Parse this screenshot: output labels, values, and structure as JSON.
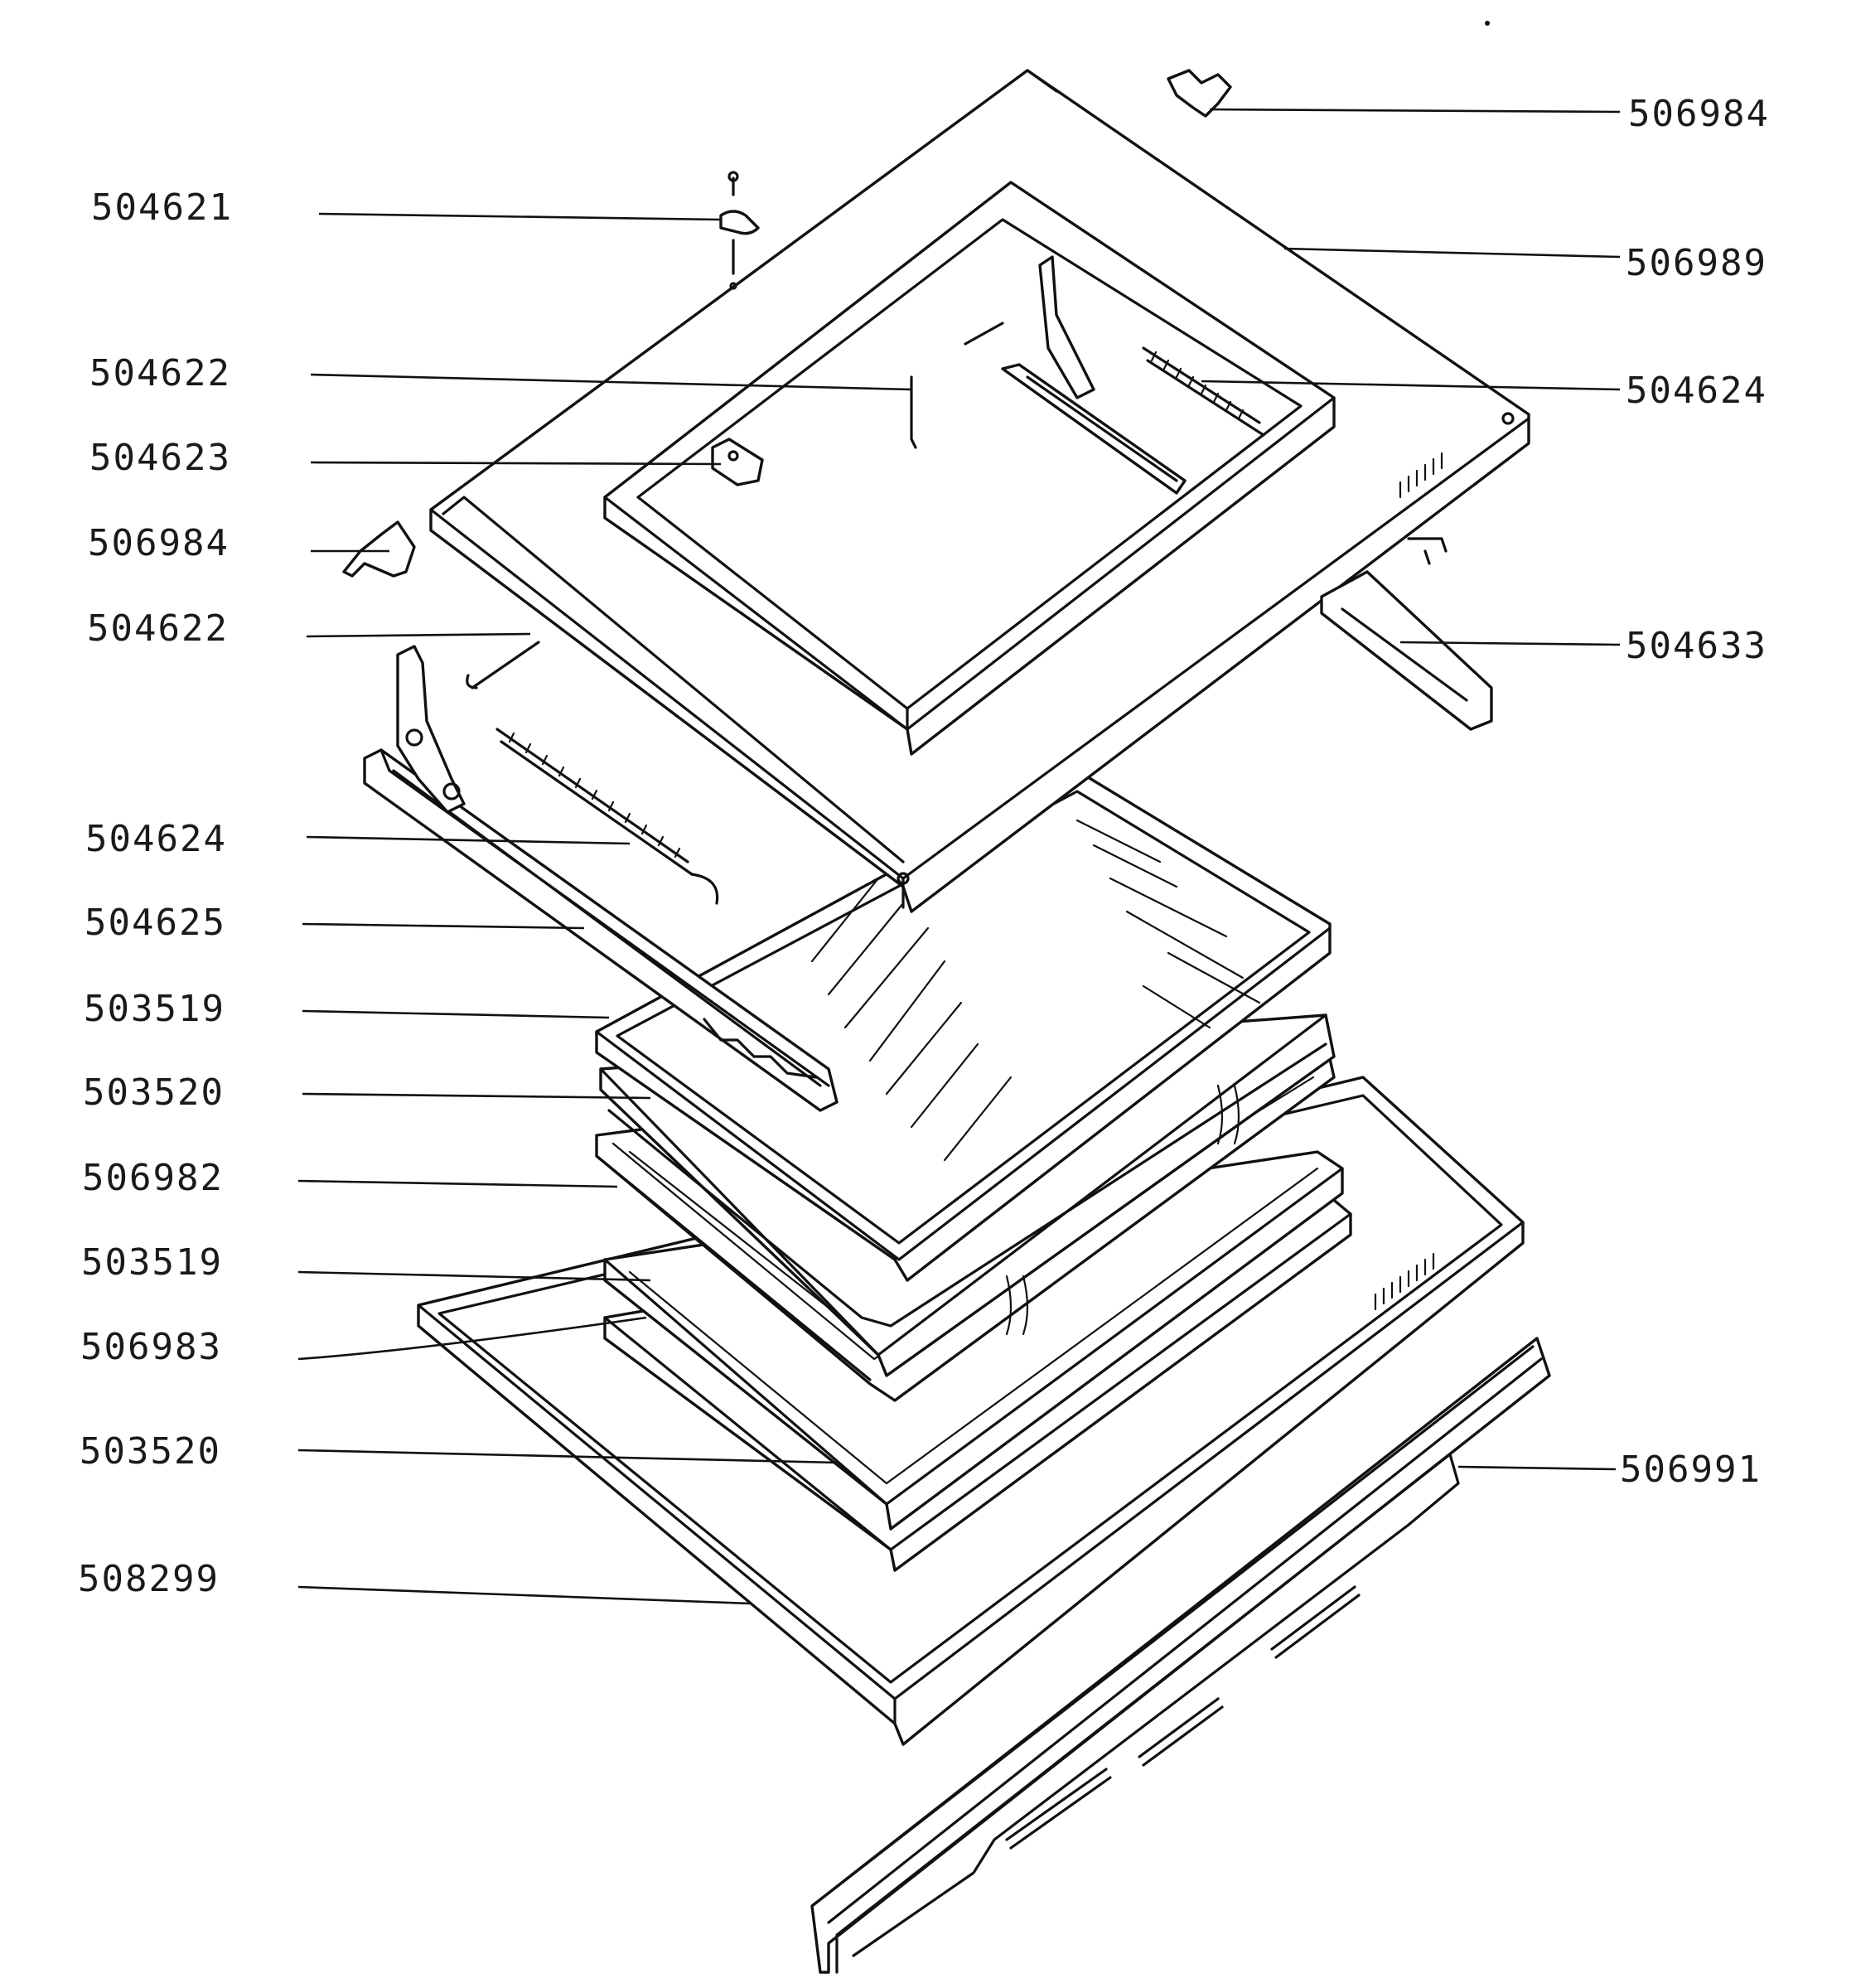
{
  "callouts_left": [
    "504621",
    "504622",
    "504623",
    "506984",
    "504622",
    "504624",
    "504625",
    "503519",
    "503520",
    "506982",
    "503519",
    "506983",
    "503520",
    "508299"
  ],
  "callouts_right": [
    "506984",
    "506989",
    "504624",
    "504633",
    "506991"
  ]
}
